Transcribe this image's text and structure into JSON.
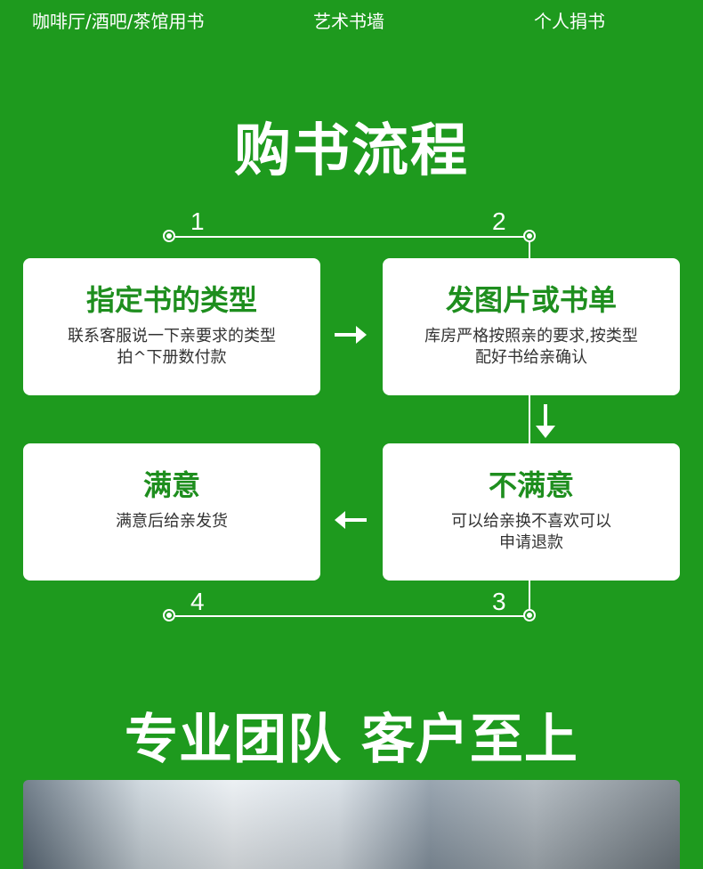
{
  "nav": {
    "items": [
      "咖啡厅/酒吧/茶馆用书",
      "艺术书墙",
      "个人捐书"
    ]
  },
  "process": {
    "title": "购书流程",
    "steps": [
      {
        "number": "1",
        "title": "指定书的类型",
        "desc": [
          "联系客服说一下亲要求的类型",
          "拍^下册数付款"
        ]
      },
      {
        "number": "2",
        "title": "发图片或书单",
        "desc": [
          "库房严格按照亲的要求,按类型",
          "配好书给亲确认"
        ]
      },
      {
        "number": "3",
        "title": "不满意",
        "desc": [
          "可以给亲换不喜欢可以",
          "申请退款"
        ]
      },
      {
        "number": "4",
        "title": "满意",
        "desc": [
          "满意后给亲发货"
        ]
      }
    ]
  },
  "team": {
    "title": "专业团队 客户至上"
  },
  "colors": {
    "background": "#1e9a1e",
    "card_title": "#1e8e1e",
    "card_bg": "#ffffff"
  },
  "icons": [
    "arrow-right-icon",
    "arrow-down-icon",
    "arrow-left-icon",
    "step-dot-icon"
  ]
}
